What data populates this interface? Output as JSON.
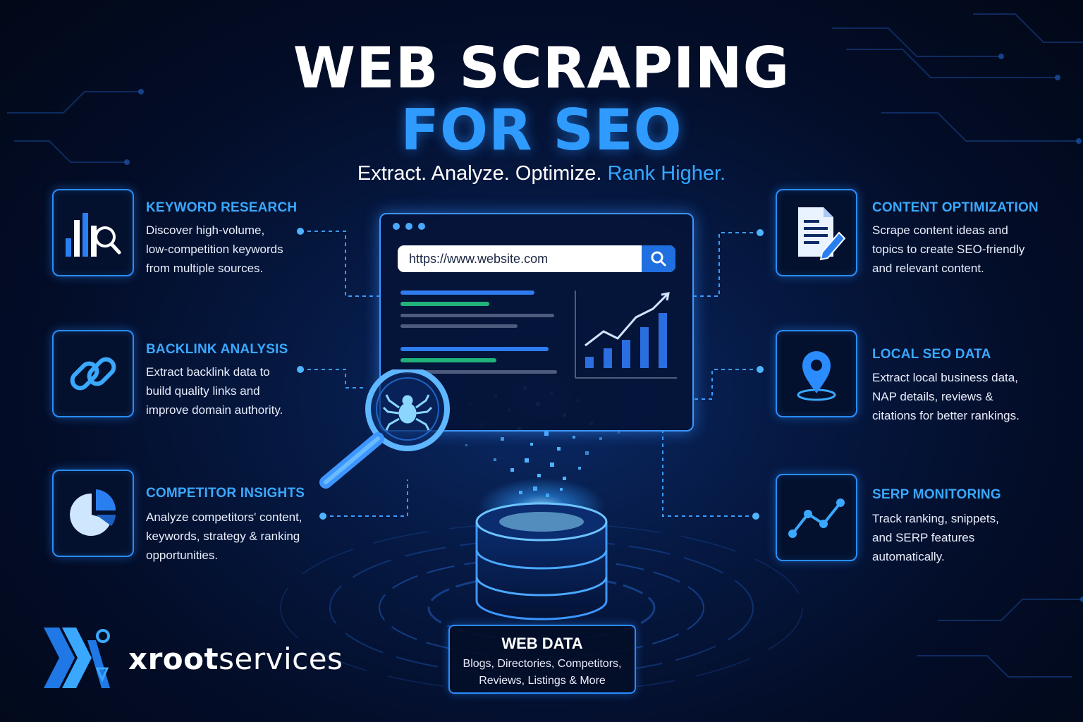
{
  "title": {
    "line1": "WEB SCRAPING",
    "line2": "FOR SEO"
  },
  "tagline": {
    "main": "Extract. Analyze. Optimize.",
    "accent": "Rank Higher."
  },
  "colors": {
    "accent": "#2f9bff",
    "background": "#030d28",
    "title_white": "#ffffff"
  },
  "features_left": [
    {
      "icon": "bar-chart-magnifier-icon",
      "title": "KEYWORD RESEARCH",
      "description": "Discover high-volume,\nlow-competition keywords\nfrom multiple sources."
    },
    {
      "icon": "chain-link-icon",
      "title": "BACKLINK ANALYSIS",
      "description": "Extract backlink data to\nbuild quality links and\nimprove domain authority."
    },
    {
      "icon": "pie-chart-icon",
      "title": "COMPETITOR INSIGHTS",
      "description": "Analyze competitors' content,\nkeywords, strategy & ranking\nopportunities."
    }
  ],
  "features_right": [
    {
      "icon": "document-pencil-icon",
      "title": "CONTENT OPTIMIZATION",
      "description": "Scrape content ideas and\ntopics to create SEO-friendly\nand relevant content."
    },
    {
      "icon": "location-pin-icon",
      "title": "LOCAL SEO DATA",
      "description": "Extract local business data,\nNAP details, reviews &\ncitations for better rankings."
    },
    {
      "icon": "trend-line-icon",
      "title": "SERP MONITORING",
      "description": "Track ranking, snippets,\nand SERP features\nautomatically."
    }
  ],
  "browser": {
    "url": "https://www.website.com",
    "search_icon": "search-icon"
  },
  "web_data": {
    "title": "WEB DATA",
    "description": "Blogs, Directories, Competitors,\nReviews, Listings & More"
  },
  "logo": {
    "bold": "xroot",
    "light": "services",
    "icon": "xroot-logo-icon"
  }
}
